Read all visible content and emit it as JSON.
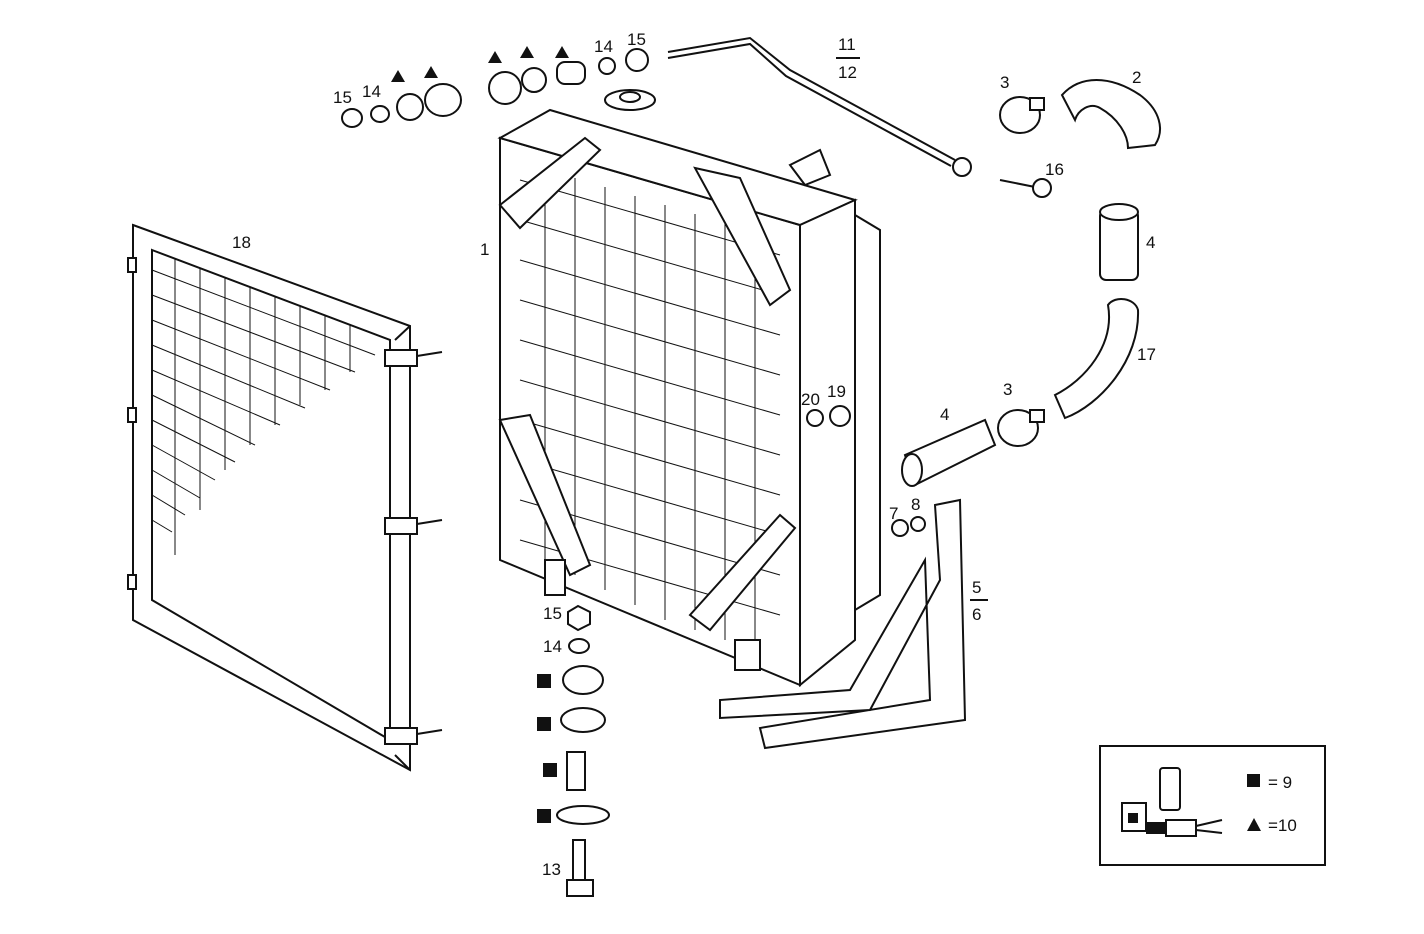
{
  "callouts": {
    "c1": "1",
    "c2": "2",
    "c3a": "3",
    "c3b": "3",
    "c4a": "4",
    "c4b": "4",
    "c5": "5",
    "c6": "6",
    "c7": "7",
    "c8": "8",
    "c11": "11",
    "c12": "12",
    "c13": "13",
    "c14a": "14",
    "c14b": "14",
    "c14c": "14",
    "c15a": "15",
    "c15b": "15",
    "c15c": "15",
    "c16": "16",
    "c17": "17",
    "c18": "18",
    "c19": "19",
    "c20": "20"
  },
  "legend": {
    "square_text": "= 9",
    "triangle_text": "=10"
  }
}
